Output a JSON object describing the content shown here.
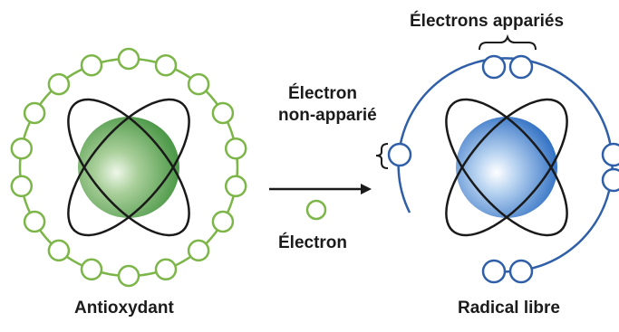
{
  "labels": {
    "antioxidant": "Antioxydant",
    "free_radical": "Radical libre",
    "electron": "Électron",
    "unpaired_electron": [
      "Électron",
      "non-apparié"
    ],
    "paired_electrons": "Électrons appariés"
  },
  "colors": {
    "antioxidant_electrons": "#7cb548",
    "antioxidant_nucleus": "#4f9a4a",
    "radical_shell": "#2f5fa8",
    "radical_nucleus": "#3f7fd0",
    "orbit": "#1a1a1a",
    "text": "#1b1b1b"
  },
  "antioxidant": {
    "shell_electron_count": 18
  }
}
